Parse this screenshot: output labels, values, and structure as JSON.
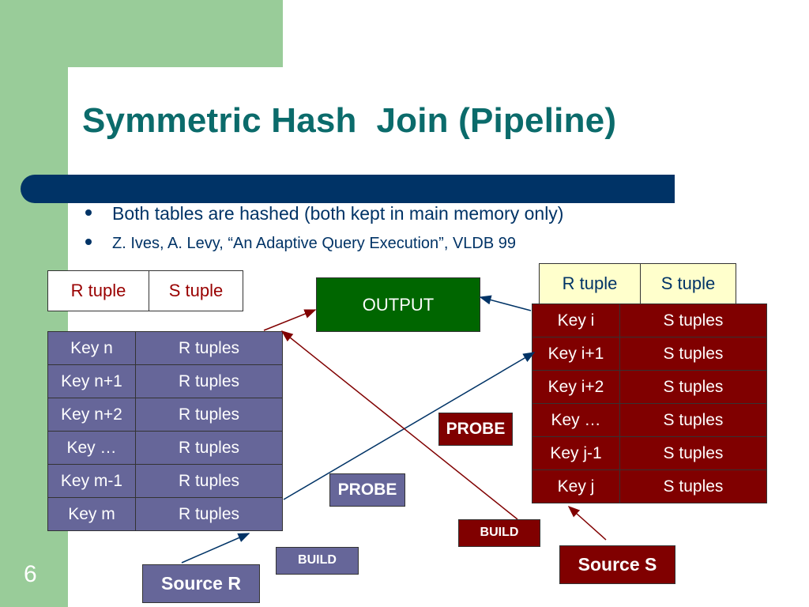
{
  "slide": {
    "title": "Symmetric Hash  Join (Pipeline)",
    "bullets": [
      "Both tables are hashed (both kept in main memory only)",
      "Z. Ives, A. Levy, “An Adaptive Query Execution”, VLDB 99"
    ],
    "page_number": "6"
  },
  "left_header": {
    "col1": "R tuple",
    "col2": "S tuple"
  },
  "right_header": {
    "col1": "R tuple",
    "col2": "S tuple"
  },
  "output_label": "OUTPUT",
  "r_table": [
    {
      "key": "Key n",
      "value": "R tuples"
    },
    {
      "key": "Key n+1",
      "value": "R tuples"
    },
    {
      "key": "Key n+2",
      "value": "R tuples"
    },
    {
      "key": "Key …",
      "value": "R tuples"
    },
    {
      "key": "Key m-1",
      "value": "R tuples"
    },
    {
      "key": "Key m",
      "value": "R tuples"
    }
  ],
  "s_table": [
    {
      "key": "Key i",
      "value": "S tuples"
    },
    {
      "key": "Key i+1",
      "value": "S tuples"
    },
    {
      "key": "Key i+2",
      "value": "S tuples"
    },
    {
      "key": "Key …",
      "value": "S tuples"
    },
    {
      "key": "Key j-1",
      "value": "S tuples"
    },
    {
      "key": "Key j",
      "value": "S tuples"
    }
  ],
  "labels": {
    "probe_s": "PROBE",
    "probe_r": "PROBE",
    "build_s": "BUILD",
    "build_r": "BUILD",
    "source_s": "Source S",
    "source_r": "Source R"
  },
  "colors": {
    "background_strip": "#99cc99",
    "title": "#0b6b6b",
    "title_bar": "#003366",
    "r_side": "#666699",
    "s_side": "#800000",
    "output": "#006600",
    "s_header_fill": "#ffffcc"
  }
}
